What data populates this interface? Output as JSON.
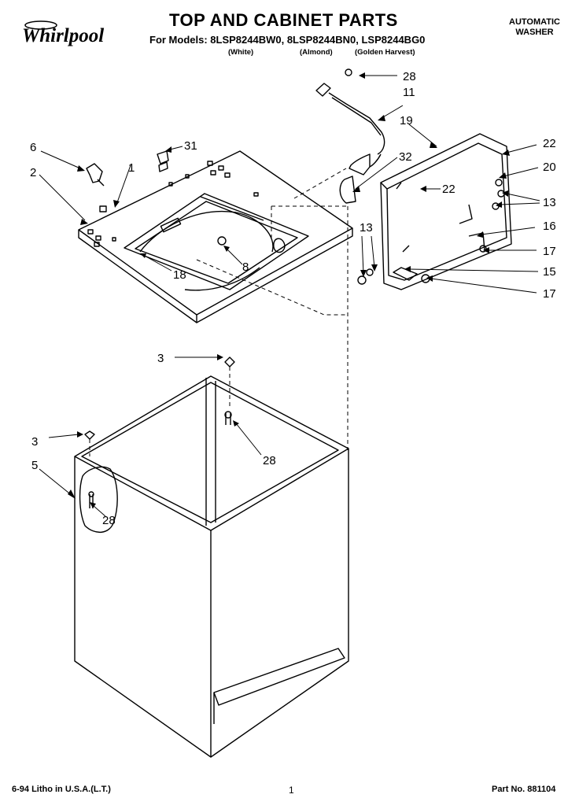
{
  "header": {
    "brand": "Whirlpool",
    "title": "TOP AND CABINET PARTS",
    "models_line": "For Models: 8LSP8244BW0, 8LSP8244BN0, LSP8244BG0",
    "colors": [
      "(White)",
      "(Almond)",
      "(Golden Harvest)"
    ],
    "product_line1": "AUTOMATIC",
    "product_line2": "WASHER"
  },
  "callouts": {
    "c28a": "28",
    "c11": "11",
    "c19": "19",
    "c22a": "22",
    "c20": "20",
    "c22b": "22",
    "c13a": "13",
    "c16": "16",
    "c17a": "17",
    "c15": "15",
    "c17b": "17",
    "c13b": "13",
    "c32": "32",
    "c31": "31",
    "c6": "6",
    "c1": "1",
    "c2": "2",
    "c8": "8",
    "c18": "18",
    "c3a": "3",
    "c28b": "28",
    "c3b": "3",
    "c5": "5",
    "c28c": "28"
  },
  "footer": {
    "date_note": "6-94 Litho in U.S.A.(L.T.)",
    "page_number": "1",
    "part_no": "Part No. 881104"
  }
}
